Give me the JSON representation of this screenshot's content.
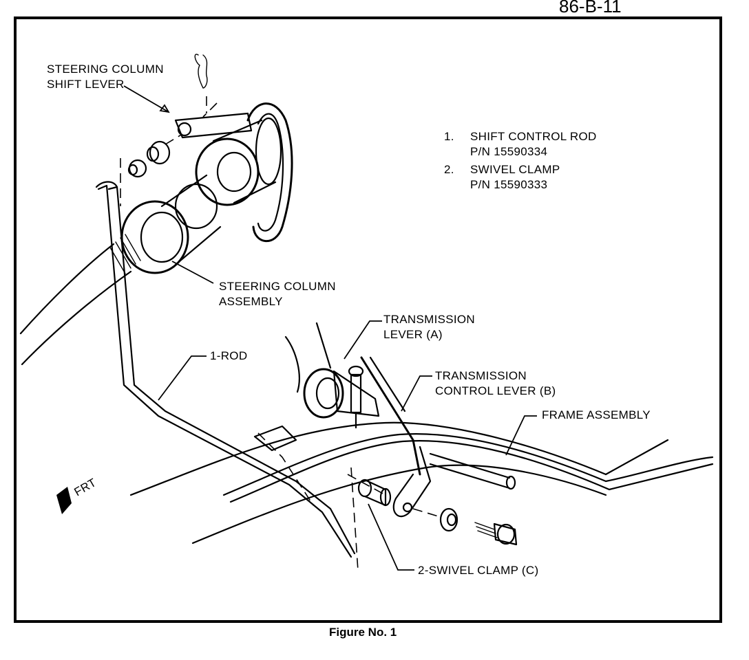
{
  "corner_mark": "86-B-11",
  "legend": {
    "item1_num": "1.",
    "item1_name": "SHIFT CONTROL ROD",
    "item1_pn": "P/N 15590334",
    "item2_num": "2.",
    "item2_name": "SWIVEL CLAMP",
    "item2_pn": "P/N 15590333"
  },
  "labels": {
    "steering_shift_lever_1": "STEERING COLUMN",
    "steering_shift_lever_2": "SHIFT LEVER",
    "steering_assembly_1": "STEERING COLUMN",
    "steering_assembly_2": "ASSEMBLY",
    "transmission_lever_1": "TRANSMISSION",
    "transmission_lever_2": "LEVER (A)",
    "control_lever_1": "TRANSMISSION",
    "control_lever_2": "CONTROL LEVER (B)",
    "frame_assembly": "FRAME ASSEMBLY",
    "rod": "1-ROD",
    "swivel_clamp": "2-SWIVEL CLAMP (C)",
    "frt": "FRT"
  },
  "caption": "Figure No. 1"
}
